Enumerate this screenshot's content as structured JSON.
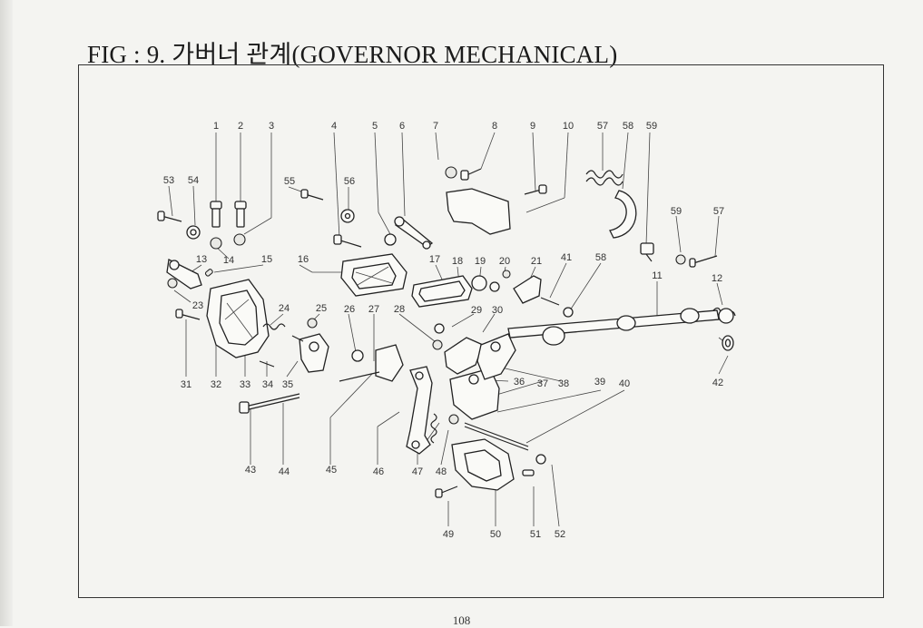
{
  "header": {
    "title": "FIG : 9. 가버너 관계(GOVERNOR MECHANICAL)"
  },
  "footer": {
    "page_number": "108"
  },
  "callouts": {
    "row1": [
      "1",
      "2",
      "3",
      "4",
      "5",
      "6",
      "7",
      "8",
      "9",
      "10",
      "57",
      "58",
      "59"
    ],
    "labels": [
      "53",
      "54",
      "55",
      "56",
      "14",
      "15",
      "13",
      "16",
      "17",
      "18",
      "19",
      "20",
      "21",
      "41",
      "58",
      "59",
      "57",
      "11",
      "12",
      "23",
      "24",
      "25",
      "26",
      "27",
      "28",
      "29",
      "30",
      "36",
      "37",
      "38",
      "39",
      "40",
      "42",
      "31",
      "32",
      "33",
      "34",
      "35",
      "43",
      "44",
      "45",
      "46",
      "47",
      "48",
      "49",
      "50",
      "51",
      "52"
    ]
  },
  "diagram": {
    "name": "governor-mechanical-exploded-view"
  }
}
